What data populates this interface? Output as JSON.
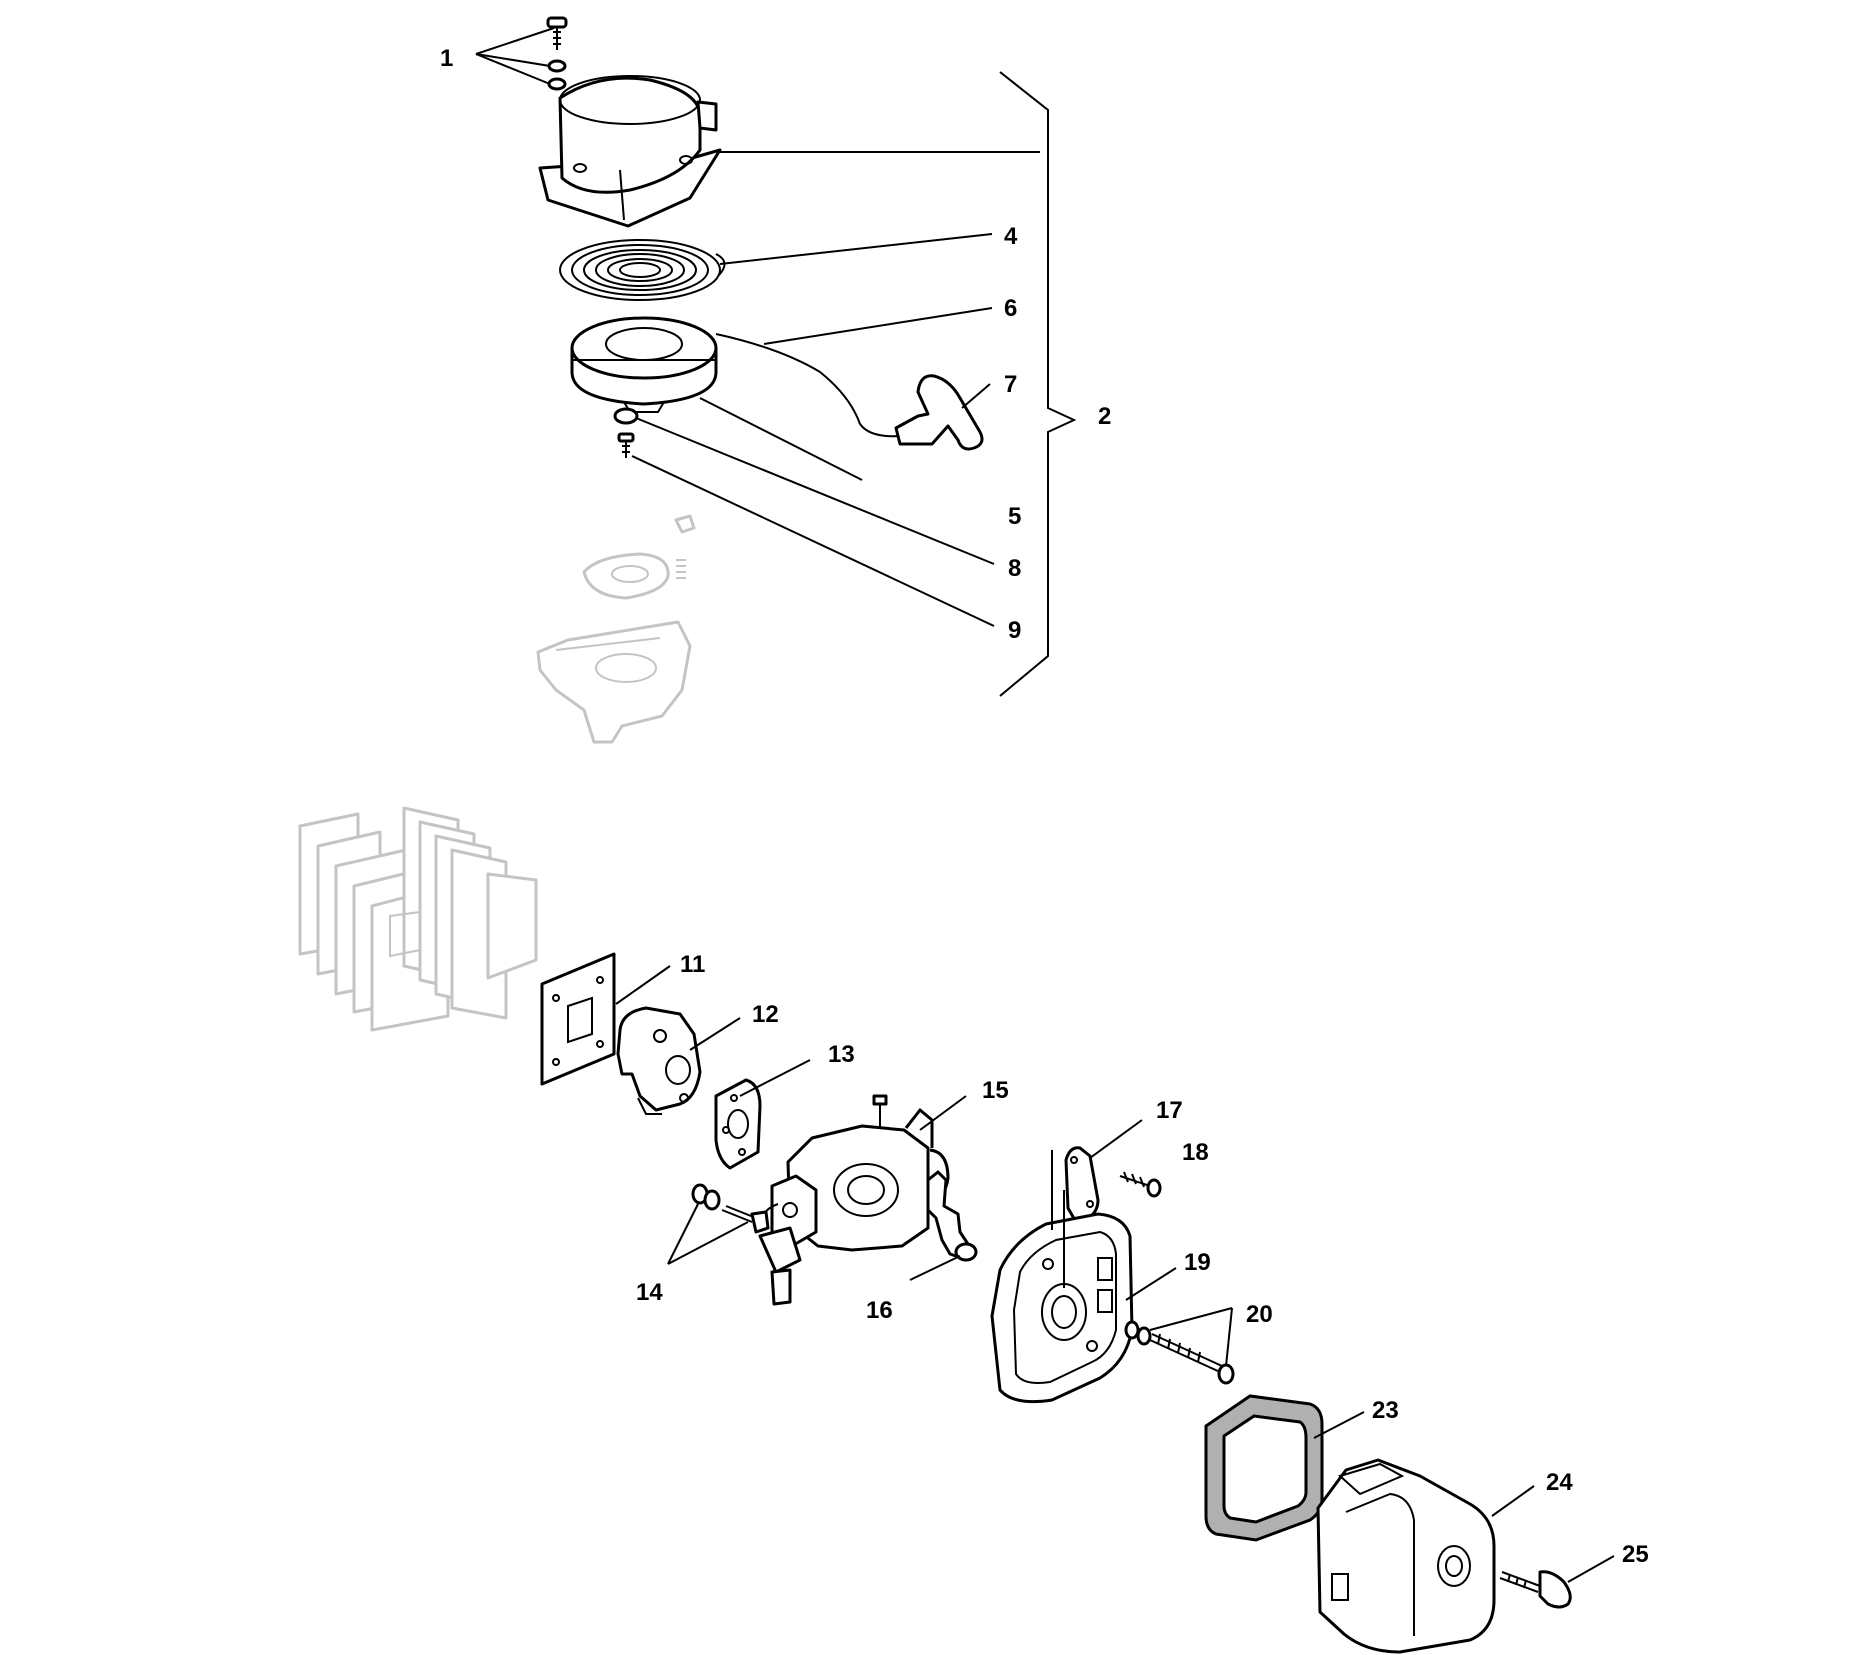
{
  "callouts": {
    "c1": "1",
    "c2": "2",
    "c4": "4",
    "c5": "5",
    "c6": "6",
    "c7": "7",
    "c8": "8",
    "c9": "9",
    "c11": "11",
    "c12": "12",
    "c13": "13",
    "c14": "14",
    "c15": "15",
    "c16": "16",
    "c17": "17",
    "c18": "18",
    "c19": "19",
    "c20": "20",
    "c23": "23",
    "c24": "24",
    "c25": "25"
  },
  "colors": {
    "line": "#000000",
    "ghost_line": "#c4c4c4",
    "filter_fill": "#b0b0b0",
    "background": "#ffffff"
  }
}
